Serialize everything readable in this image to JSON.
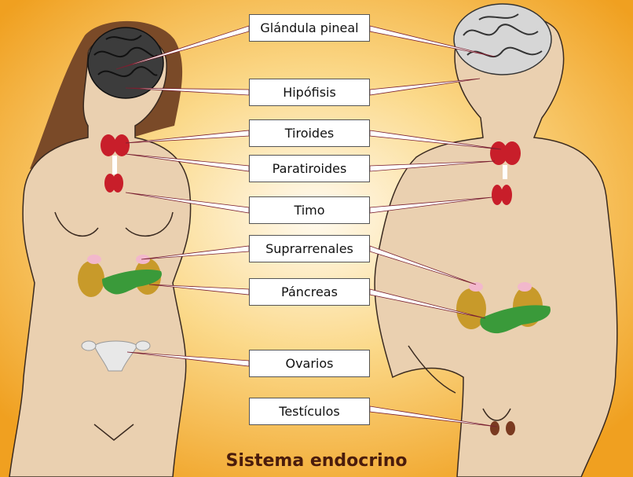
{
  "title": "Sistema endocrino",
  "labels": [
    "Glándula pineal",
    "Hipófisis",
    "Tiroides",
    "Paratiroides",
    "Timo",
    "Suprarrenales",
    "Páncreas",
    "Ovarios",
    "Testículos"
  ],
  "colors": {
    "background_center": "#fffaf0",
    "background_edge": "#f0a020",
    "skin": "#ead0b0",
    "hair": "#7a4a28",
    "brain_female": "#3c3c3c",
    "brain_male": "#d6d6d6",
    "thyroid": "#c81e2a",
    "adrenal": "#f2b8cc",
    "kidney": "#c89a2a",
    "pancreas": "#3a9a3a",
    "uterus": "#e8e8e8",
    "testes": "#7a3a20",
    "title": "#4a1c0c"
  }
}
